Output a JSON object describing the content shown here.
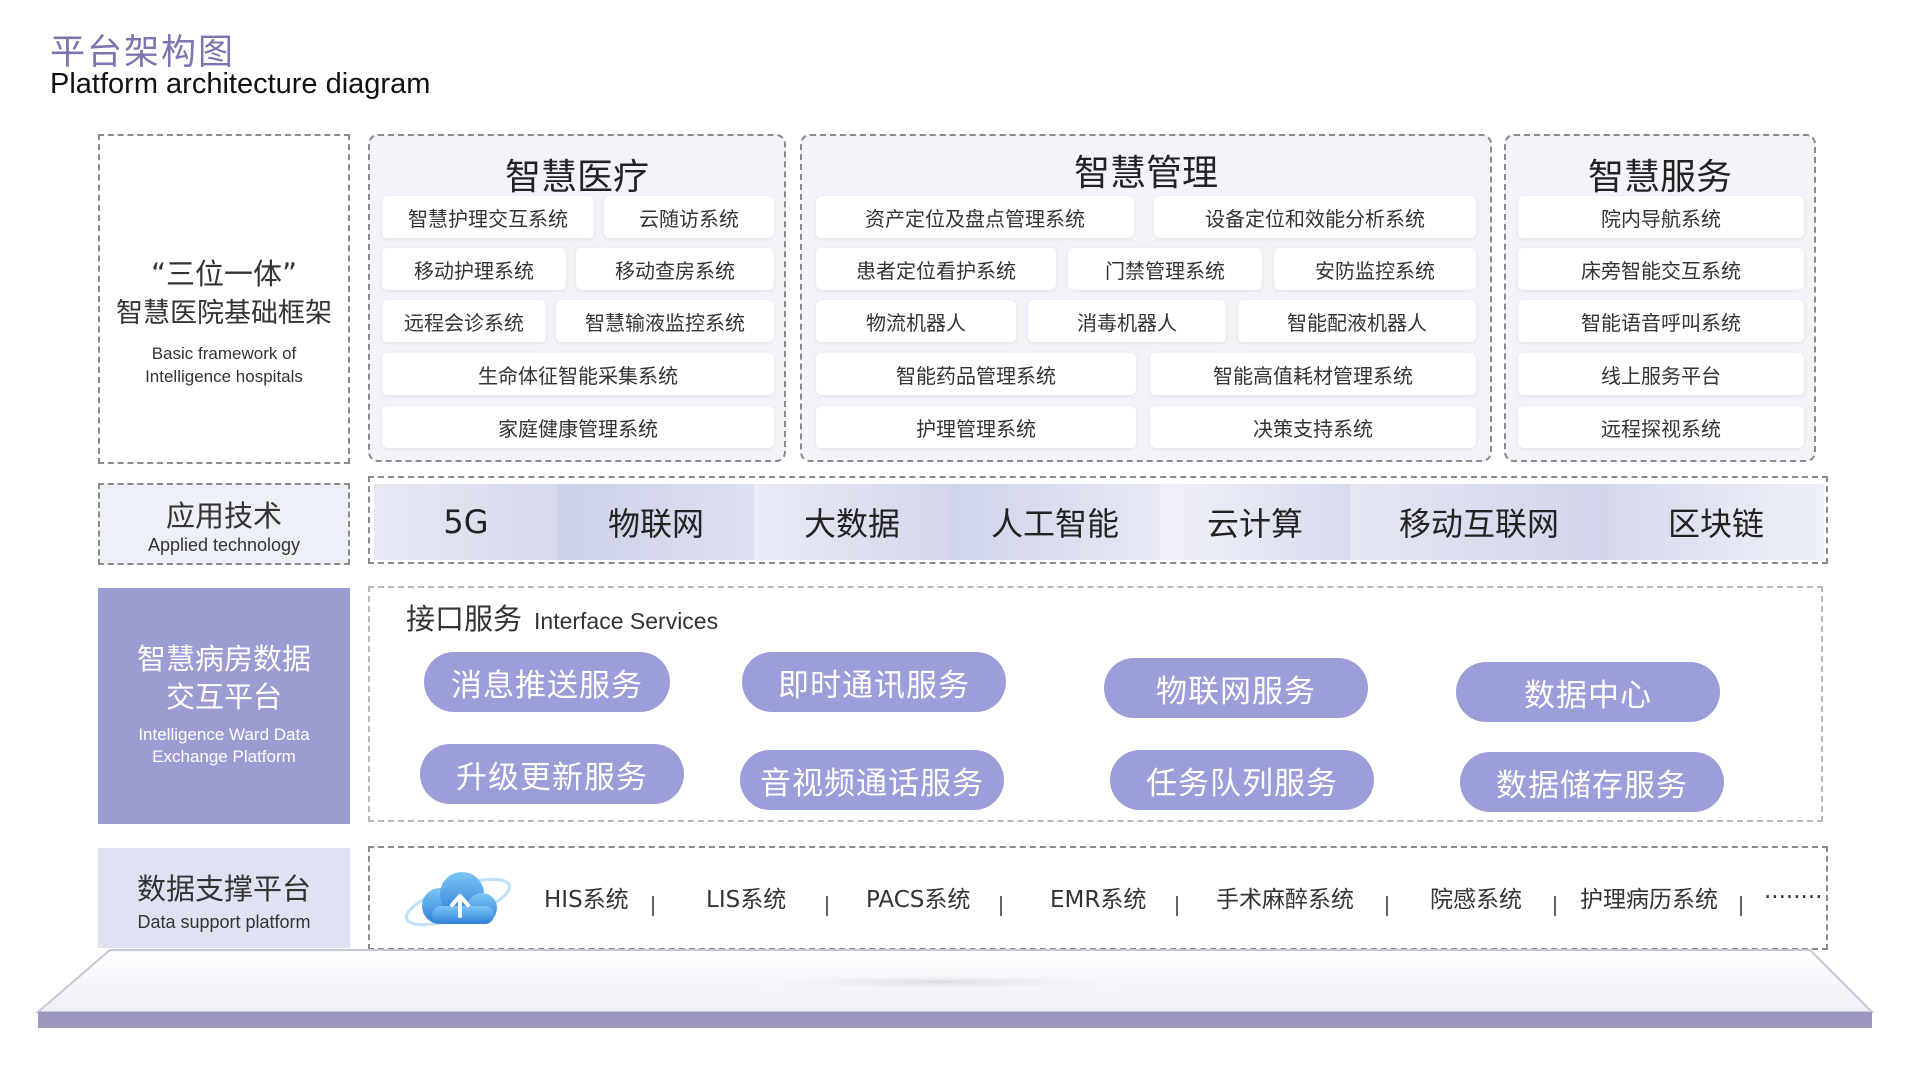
{
  "header": {
    "title_cn": "平台架构图",
    "title_en": "Platform architecture diagram"
  },
  "framework": {
    "quote_title": "“三位一体”",
    "subtitle": "智慧医院基础框架",
    "en_line1": "Basic framework of",
    "en_line2": "Intelligence hospitals"
  },
  "medical": {
    "title": "智慧医疗",
    "items": [
      "智慧护理交互系统",
      "云随访系统",
      "移动护理系统",
      "移动查房系统",
      "远程会诊系统",
      "智慧输液监控系统",
      "生命体征智能采集系统",
      "家庭健康管理系统"
    ]
  },
  "management": {
    "title": "智慧管理",
    "items": [
      "资产定位及盘点管理系统",
      "设备定位和效能分析系统",
      "患者定位看护系统",
      "门禁管理系统",
      "安防监控系统",
      "物流机器人",
      "消毒机器人",
      "智能配液机器人",
      "智能药品管理系统",
      "智能高值耗材管理系统",
      "护理管理系统",
      "决策支持系统"
    ]
  },
  "service": {
    "title": "智慧服务",
    "items": [
      "院内导航系统",
      "床旁智能交互系统",
      "智能语音呼叫系统",
      "线上服务平台",
      "远程探视系统"
    ]
  },
  "tech": {
    "label_cn": "应用技术",
    "label_en": "Applied technology",
    "items": [
      "5G",
      "物联网",
      "大数据",
      "人工智能",
      "云计算",
      "移动互联网",
      "区块链"
    ]
  },
  "ward": {
    "label_cn_1": "智慧病房数据",
    "label_cn_2": "交互平台",
    "label_en_1": "Intelligence Ward Data",
    "label_en_2": "Exchange Platform"
  },
  "interface": {
    "title_cn": "接口服务",
    "title_en": "Interface Services",
    "services": [
      "消息推送服务",
      "即时通讯服务",
      "物联网服务",
      "数据中心",
      "升级更新服务",
      "音视频通话服务",
      "任务队列服务",
      "数据储存服务"
    ]
  },
  "data": {
    "label_cn": "数据支撑平台",
    "label_en": "Data support platform",
    "systems": [
      "HIS系统",
      "LIS系统",
      "PACS系统",
      "EMR系统",
      "手术麻醉系统",
      "院感系统",
      "护理病历系统",
      "........"
    ]
  },
  "colors": {
    "accent": "#9b9ed8",
    "ward_bg": "#9b9cd1",
    "base": "#9b97bf"
  }
}
